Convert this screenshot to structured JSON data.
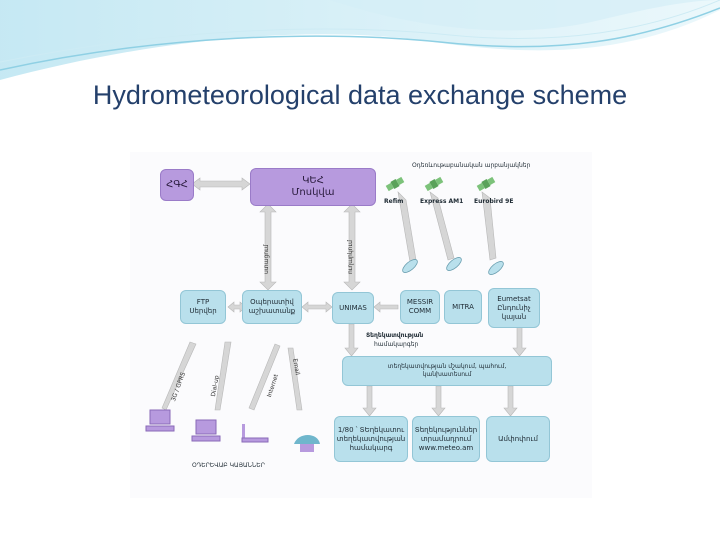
{
  "title": "Hydrometeorological data exchange scheme",
  "diagram": {
    "top_left_box": "ՀԳՀ",
    "moscow_box": {
      "line1": "ԿԵՀ",
      "line2": "Մոսկվա"
    },
    "satellites_header": "Օդեռևութաբանական արբանյակներ",
    "satellites": [
      "Refim",
      "Express AM1",
      "Eurobird 9E"
    ],
    "vertical_arrow_left": "ստացում",
    "vertical_arrow_right": "ուղարկում",
    "ftp_box": {
      "line1": "FTP",
      "line2": "Սերվեր"
    },
    "operative_box": {
      "line1": "Օպերատիվ",
      "line2": "աշխատանք"
    },
    "unimas_box": "UNIMAS",
    "messir_box": {
      "line1": "MESSIR",
      "line2": "COMM"
    },
    "mitra_box": "MITRA",
    "eumetsat_box": {
      "line1": "Eumetsat",
      "line2": "Ընդունիչ",
      "line3": "կայան"
    },
    "processing_label": {
      "line1": "Տեղեկատվության",
      "line2": "համակարգեր"
    },
    "middle_strip": {
      "line1": "տեղեկատվության մշակում, պահում,",
      "line2": "կանխատեսում"
    },
    "bottom_box_1": {
      "line1": "1/80 ՝ ՏԵղեկատու",
      "line2": "տեղեկատվության",
      "line3": "համակարգ"
    },
    "bottom_box_2": {
      "line1": "Տեղեկություններ",
      "line2": "տրամադրում",
      "line3": "www.meteo.am"
    },
    "bottom_box_3": "Ամփոփում",
    "links_left": [
      "3G / GPRS",
      "Dial-up"
    ],
    "links_right": [
      "Internet",
      "Email"
    ],
    "bottom_caption": "ՕԴԵՐԵՎԱԲ ԿԱՅԱՆՆԵՐ",
    "colors": {
      "box": "#b9e0ec",
      "purple": "#b79ade",
      "arrow": "#d6d6d6",
      "title": "#24406b"
    }
  }
}
